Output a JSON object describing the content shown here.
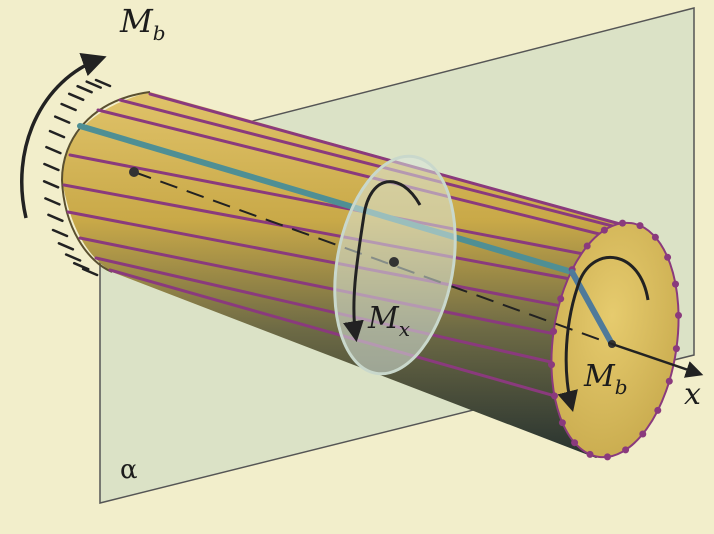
{
  "diagram": {
    "labels": {
      "mb_top": {
        "main": "M",
        "sub": "b"
      },
      "mx": {
        "main": "M",
        "sub": "x"
      },
      "mb_end": {
        "main": "M",
        "sub": "b"
      },
      "x_axis": "x",
      "plane": "α"
    },
    "colors": {
      "background": "#f2eecb",
      "cylinder_light": "#d7b85a",
      "cylinder_mid": "#b3953c",
      "cylinder_dark": "#2d3b38",
      "end_face": "#d9bd62",
      "fibers": "#8a3a7d",
      "highlight_fiber": "#4f8f94",
      "plane_fill": "#c8d8c2",
      "plane_stroke": "#444444",
      "arrows": "#222222"
    },
    "icons": [
      "clamp-hatch-icon",
      "bending-moment-arrow-icon",
      "torsion-moment-arrow-icon",
      "x-axis-arrow-icon"
    ]
  }
}
